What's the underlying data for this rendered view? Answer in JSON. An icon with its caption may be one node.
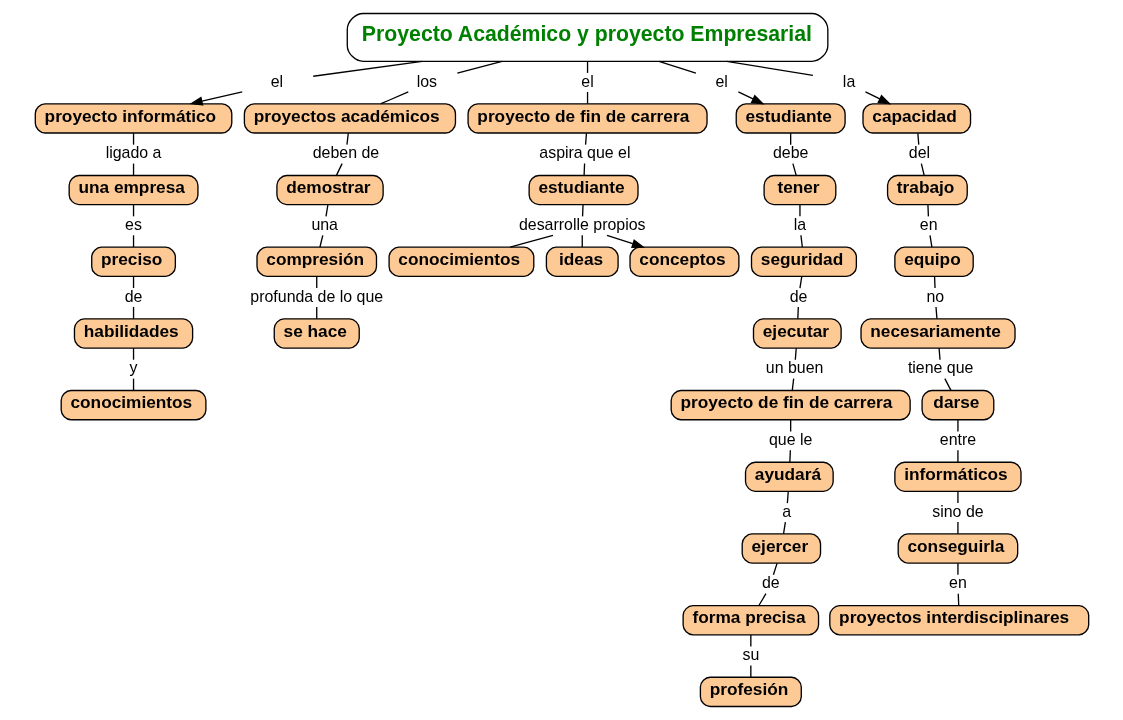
{
  "diagram": {
    "nodes": [
      {
        "text": [
          "Proyecto Académico y proyecto Empresarial"
        ]
      },
      {
        "text": [
          "el"
        ]
      },
      {
        "text": [
          "proyecto informático"
        ]
      },
      {
        "text": [
          "ligado a"
        ]
      },
      {
        "text": [
          "una empresa"
        ]
      },
      {
        "text": [
          "es"
        ]
      },
      {
        "text": [
          "preciso"
        ]
      },
      {
        "text": [
          "de"
        ]
      },
      {
        "text": [
          "habilidades"
        ]
      },
      {
        "text": [
          "y"
        ]
      },
      {
        "text": [
          "conocimientos"
        ]
      },
      {
        "text": [
          "los"
        ]
      },
      {
        "text": [
          "proyectos académicos"
        ]
      },
      {
        "text": [
          "deben de"
        ]
      },
      {
        "text": [
          "demostrar"
        ]
      },
      {
        "text": [
          "una"
        ]
      },
      {
        "text": [
          "compresión"
        ]
      },
      {
        "text": [
          "profunda de lo que"
        ]
      },
      {
        "text": [
          "se hace"
        ]
      },
      {
        "text": [
          "el"
        ]
      },
      {
        "text": [
          "proyecto de fin de carrera"
        ]
      },
      {
        "text": [
          "aspira que el"
        ]
      },
      {
        "text": [
          "estudiante"
        ]
      },
      {
        "text": [
          "desarrolle propios"
        ]
      },
      {
        "text": [
          "conocimientos"
        ]
      },
      {
        "text": [
          "ideas"
        ]
      },
      {
        "text": [
          "conceptos"
        ]
      },
      {
        "text": [
          "el"
        ]
      },
      {
        "text": [
          "estudiante"
        ]
      },
      {
        "text": [
          "debe"
        ]
      },
      {
        "text": [
          "tener"
        ]
      },
      {
        "text": [
          "la"
        ]
      },
      {
        "text": [
          "seguridad"
        ]
      },
      {
        "text": [
          "de"
        ]
      },
      {
        "text": [
          "ejecutar"
        ]
      },
      {
        "text": [
          "un buen"
        ]
      },
      {
        "text": [
          "proyecto de fin de carrera"
        ]
      },
      {
        "text": [
          "que le"
        ]
      },
      {
        "text": [
          "ayudará"
        ]
      },
      {
        "text": [
          "a"
        ]
      },
      {
        "text": [
          "ejercer"
        ]
      },
      {
        "text": [
          "de"
        ]
      },
      {
        "text": [
          "forma precisa"
        ]
      },
      {
        "text": [
          "su"
        ]
      },
      {
        "text": [
          "profesión"
        ]
      },
      {
        "text": [
          "la"
        ]
      },
      {
        "text": [
          "capacidad"
        ]
      },
      {
        "text": [
          "del"
        ]
      },
      {
        "text": [
          "trabajo"
        ]
      },
      {
        "text": [
          "en"
        ]
      },
      {
        "text": [
          "equipo"
        ]
      },
      {
        "text": [
          "no"
        ]
      },
      {
        "text": [
          "necesariamente"
        ]
      },
      {
        "text": [
          "tiene que"
        ]
      },
      {
        "text": [
          "darse"
        ]
      },
      {
        "text": [
          "entre"
        ]
      },
      {
        "text": [
          "informáticos"
        ]
      },
      {
        "text": [
          "sino de"
        ]
      },
      {
        "text": [
          "conseguirla"
        ]
      },
      {
        "text": [
          "en"
        ]
      },
      {
        "text": [
          "proyectos interdisciplinares"
        ]
      }
    ],
    "edges": [
      {
        "from": 0,
        "to": 1,
        "arrow": "none"
      },
      {
        "from": 1,
        "to": 2,
        "arrow": "to"
      },
      {
        "from": 2,
        "to": 3,
        "arrow": "none"
      },
      {
        "from": 3,
        "to": 4,
        "arrow": "none"
      },
      {
        "from": 4,
        "to": 5,
        "arrow": "none"
      },
      {
        "from": 5,
        "to": 6,
        "arrow": "none"
      },
      {
        "from": 6,
        "to": 7,
        "arrow": "none"
      },
      {
        "from": 7,
        "to": 8,
        "arrow": "none"
      },
      {
        "from": 8,
        "to": 9,
        "arrow": "none"
      },
      {
        "from": 9,
        "to": 10,
        "arrow": "none"
      },
      {
        "from": 0,
        "to": 11,
        "arrow": "none"
      },
      {
        "from": 11,
        "to": 12,
        "arrow": "none"
      },
      {
        "from": 12,
        "to": 13,
        "arrow": "none"
      },
      {
        "from": 13,
        "to": 14,
        "arrow": "none"
      },
      {
        "from": 14,
        "to": 15,
        "arrow": "none"
      },
      {
        "from": 15,
        "to": 16,
        "arrow": "none"
      },
      {
        "from": 16,
        "to": 17,
        "arrow": "none"
      },
      {
        "from": 17,
        "to": 18,
        "arrow": "none"
      },
      {
        "from": 0,
        "to": 19,
        "arrow": "none"
      },
      {
        "from": 19,
        "to": 20,
        "arrow": "none"
      },
      {
        "from": 20,
        "to": 21,
        "arrow": "none"
      },
      {
        "from": 21,
        "to": 22,
        "arrow": "none"
      },
      {
        "from": 22,
        "to": 23,
        "arrow": "none"
      },
      {
        "from": 23,
        "to": 24,
        "arrow": "none"
      },
      {
        "from": 23,
        "to": 25,
        "arrow": "none"
      },
      {
        "from": 23,
        "to": 26,
        "arrow": "to"
      },
      {
        "from": 0,
        "to": 27,
        "arrow": "none"
      },
      {
        "from": 27,
        "to": 28,
        "arrow": "to"
      },
      {
        "from": 28,
        "to": 29,
        "arrow": "none"
      },
      {
        "from": 29,
        "to": 30,
        "arrow": "none"
      },
      {
        "from": 30,
        "to": 31,
        "arrow": "none"
      },
      {
        "from": 31,
        "to": 32,
        "arrow": "none"
      },
      {
        "from": 32,
        "to": 33,
        "arrow": "none"
      },
      {
        "from": 33,
        "to": 34,
        "arrow": "none"
      },
      {
        "from": 34,
        "to": 35,
        "arrow": "none"
      },
      {
        "from": 35,
        "to": 36,
        "arrow": "none"
      },
      {
        "from": 36,
        "to": 37,
        "arrow": "none"
      },
      {
        "from": 37,
        "to": 38,
        "arrow": "none"
      },
      {
        "from": 38,
        "to": 39,
        "arrow": "none"
      },
      {
        "from": 39,
        "to": 40,
        "arrow": "none"
      },
      {
        "from": 40,
        "to": 41,
        "arrow": "none"
      },
      {
        "from": 41,
        "to": 42,
        "arrow": "none"
      },
      {
        "from": 42,
        "to": 43,
        "arrow": "none"
      },
      {
        "from": 43,
        "to": 44,
        "arrow": "none"
      },
      {
        "from": 0,
        "to": 45,
        "arrow": "none"
      },
      {
        "from": 45,
        "to": 46,
        "arrow": "to"
      },
      {
        "from": 46,
        "to": 47,
        "arrow": "none"
      },
      {
        "from": 47,
        "to": 48,
        "arrow": "none"
      },
      {
        "from": 48,
        "to": 49,
        "arrow": "none"
      },
      {
        "from": 49,
        "to": 50,
        "arrow": "none"
      },
      {
        "from": 50,
        "to": 51,
        "arrow": "none"
      },
      {
        "from": 51,
        "to": 52,
        "arrow": "none"
      },
      {
        "from": 52,
        "to": 53,
        "arrow": "none"
      },
      {
        "from": 53,
        "to": 54,
        "arrow": "none"
      },
      {
        "from": 54,
        "to": 55,
        "arrow": "none"
      },
      {
        "from": 55,
        "to": 56,
        "arrow": "none"
      },
      {
        "from": 56,
        "to": 57,
        "arrow": "none"
      },
      {
        "from": 57,
        "to": 58,
        "arrow": "none"
      },
      {
        "from": 58,
        "to": 59,
        "arrow": "none"
      },
      {
        "from": 59,
        "to": 60,
        "arrow": "none"
      }
    ]
  }
}
